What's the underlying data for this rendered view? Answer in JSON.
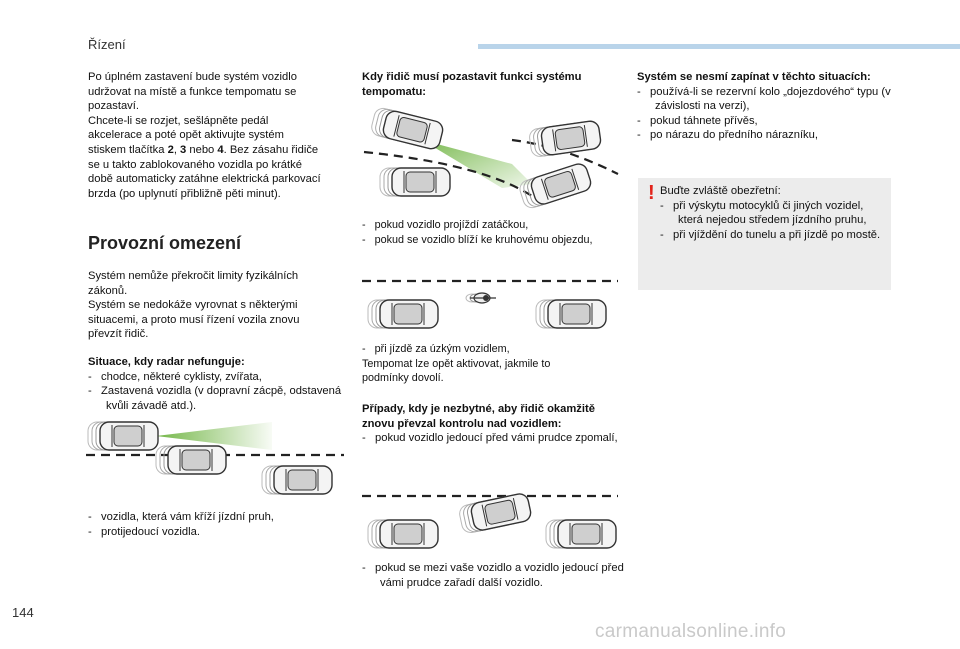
{
  "header": {
    "title": "Řízení"
  },
  "page_number": "144",
  "watermark": "carmanualsonline.info",
  "col1": {
    "intro": [
      "Po úplném zastavení bude systém vozidlo",
      "udržovat na místě a funkce tempomatu se",
      "pozastaví."
    ],
    "restart_lines": [
      "Chcete-li se rozjet, sešlápněte pedál",
      "akcelerace a poté opět aktivujte systém"
    ],
    "restart_pre": "stiskem tlačítka ",
    "btn2": "2",
    "sep1": ", ",
    "btn3": "3",
    "sep2": " nebo ",
    "btn4": "4",
    "restart_post": ". Bez zásahu řidiče",
    "restart_rest": [
      "se u takto zablokovaného vozidla po krátké",
      "době automaticky zatáhne elektrická parkovací",
      "brzda (po uplynutí přibližně pěti minut)."
    ],
    "section_title": "Provozní omezení",
    "limits": [
      "Systém nemůže překročit limity fyzikálních",
      "zákonů."
    ],
    "limits2": [
      "Systém se nedokáže vyrovnat s některými",
      "situacemi, a proto musí řízení vozila znovu",
      "převzít řidič."
    ],
    "radar_heading": "Situace, kdy radar nefunguje:",
    "radar_items": [
      "-   chodce, některé cyklisty, zvířata,",
      "-   Zastavená vozidla (v dopravní zácpě, odstavená kvůli závadě atd.)."
    ],
    "cross_items": [
      "-   vozidla, která vám kříží jízdní pruh,",
      "-   protijedoucí vozidla."
    ]
  },
  "col2": {
    "heading": [
      "Kdy řidič musí pozastavit funkci systému",
      "tempomatu:"
    ],
    "curve_items": [
      "-   pokud vozidlo projíždí zatáčkou,",
      "-   pokud se vozidlo blíží ke kruhovému objezdu,"
    ],
    "narrow_item": "-   při jízdě za úzkým vozidlem,",
    "narrow_note": [
      "Tempomat lze opět aktivovat, jakmile to",
      "podmínky dovolí."
    ],
    "takeover_heading": [
      "Případy, kdy je nezbytné, aby řidič okamžitě",
      "znovu převzal kontrolu nad vozidlem:"
    ],
    "takeover_item": "-   pokud vozidlo jedoucí před vámi prudce zpomalí,",
    "cutin_item": "-   pokud se mezi vaše vozidlo a vozidlo jedoucí před vámi prudce zařadí další vozidlo."
  },
  "col3": {
    "heading": "Systém se nesmí zapínat v těchto situacích:",
    "items": [
      "-   používá-li se rezervní kolo „dojezdového“ typu (v závislosti na verzi),",
      "-   pokud táhnete přívěs,",
      "-   po nárazu do předního nárazníku,"
    ],
    "warning_mark": "!",
    "warning_title": "Buďte zvláště obezřetní:",
    "warning_items": [
      "-   při výskytu motocyklů či jiných vozidel, která nejedou středem jízdního pruhu,",
      "-   při vjíždění do tunelu a při jízdě po mostě."
    ]
  },
  "colors": {
    "radar_beam": "#6db33f",
    "header_bar": "#b9d4ea",
    "warning_mark": "#e2231a",
    "warning_box": "#ececec"
  }
}
